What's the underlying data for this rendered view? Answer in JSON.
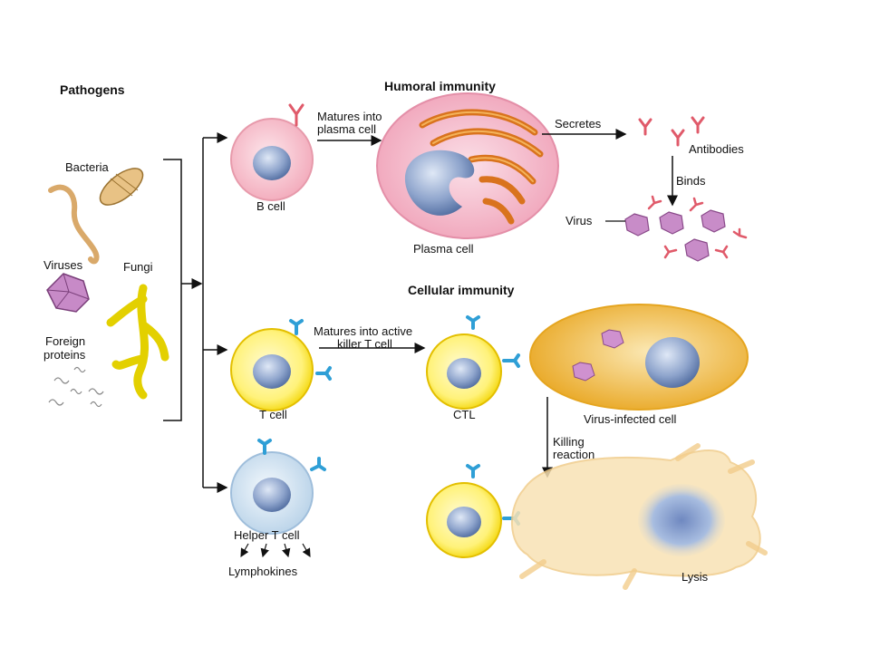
{
  "section_titles": {
    "pathogens": "Pathogens",
    "humoral": "Humoral immunity",
    "cellular": "Cellular immunity"
  },
  "pathogen_labels": {
    "bacteria": "Bacteria",
    "viruses": "Viruses",
    "fungi": "Fungi",
    "foreign_proteins_line1": "Foreign",
    "foreign_proteins_line2": "proteins"
  },
  "humoral_labels": {
    "b_cell": "B cell",
    "matures_line1": "Matures into",
    "matures_line2": "plasma cell",
    "plasma_cell": "Plasma cell",
    "secretes": "Secretes",
    "antibodies": "Antibodies",
    "binds": "Binds",
    "virus": "Virus"
  },
  "cellular_labels": {
    "t_cell": "T cell",
    "matures_line1": "Matures into active",
    "matures_line2": "killer T cell",
    "ctl": "CTL",
    "virus_infected_cell": "Virus-infected cell",
    "killing_line1": "Killing",
    "killing_line2": "reaction",
    "helper_t_cell": "Helper T cell",
    "lymphokines": "Lymphokines",
    "lysis": "Lysis"
  },
  "colors": {
    "b_cell_fill": "#f7c9d2",
    "plasma_fill": "#f4b8c8",
    "organelle": "#e0862e",
    "nucleus": "#7f96c2",
    "t_cell_fill": "#fff27a",
    "t_cell_ring": "#e8c400",
    "helper_fill": "#d6e6f2",
    "receptor": "#2f9fd6",
    "antibody": "#e05a6a",
    "virus": "#c47bc4",
    "infected_fill": "#f2b742",
    "lysis_fill": "#f9e4b8",
    "bacteria": "#e2b773",
    "fungi": "#e8d800",
    "line": "#111111"
  }
}
